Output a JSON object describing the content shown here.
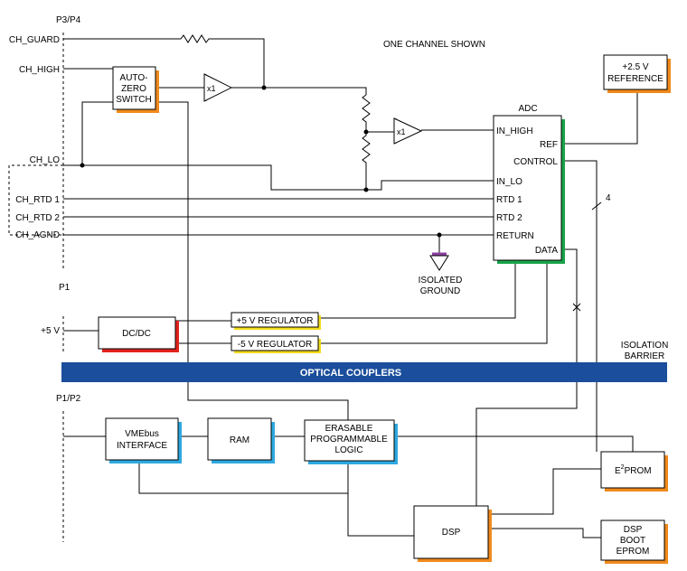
{
  "colors": {
    "coupler_bar": "#1b4e9c",
    "shadow_orange": "#f08a1c",
    "shadow_blue": "#2ea8e0",
    "shadow_green": "#1aa34a",
    "shadow_red": "#e0231c",
    "shadow_yellow": "#f2dc1c",
    "shadow_purple": "#8a3fa0"
  },
  "connectors": {
    "p3p4": "P3/P4",
    "p1": "P1",
    "p1p2": "P1/P2"
  },
  "signals": {
    "ch_guard": "CH_GUARD",
    "ch_high": "CH_HIGH",
    "ch_lo": "CH_LO",
    "ch_rtd1": "CH_RTD 1",
    "ch_rtd2": "CH_RTD 2",
    "ch_agnd": "CH_AGND",
    "plus5v": "+5 V"
  },
  "notes": {
    "one_channel": "ONE CHANNEL SHOWN",
    "isolation_line1": "ISOLATION",
    "isolation_line2": "BARRIER",
    "ground_line1": "ISOLATED",
    "ground_line2": "GROUND",
    "bus_width": "4"
  },
  "blocks": {
    "autozero": [
      "AUTO-",
      "ZERO",
      "SWITCH"
    ],
    "buffer": "x1",
    "reference": [
      "+2.5 V",
      "REFERENCE"
    ],
    "adc": "ADC",
    "adc_pins_left": [
      "IN_HIGH",
      "IN_LO",
      "RTD 1",
      "RTD 2",
      "RETURN"
    ],
    "adc_pins_right": [
      "REF",
      "CONTROL",
      "DATA"
    ],
    "dcdc": "DC/DC",
    "reg_pos": "+5 V REGULATOR",
    "reg_neg": "-5 V REGULATOR",
    "optical_couplers": "OPTICAL COUPLERS",
    "vmebus": [
      "VMEbus",
      "INTERFACE"
    ],
    "ram": "RAM",
    "epl": [
      "ERASABLE",
      "PROGRAMMABLE",
      "LOGIC"
    ],
    "eeprom_main": "E",
    "eeprom_sup": "2",
    "eeprom_tail": "PROM",
    "dsp": "DSP",
    "dsp_boot": [
      "DSP",
      "BOOT",
      "EPROM"
    ]
  }
}
